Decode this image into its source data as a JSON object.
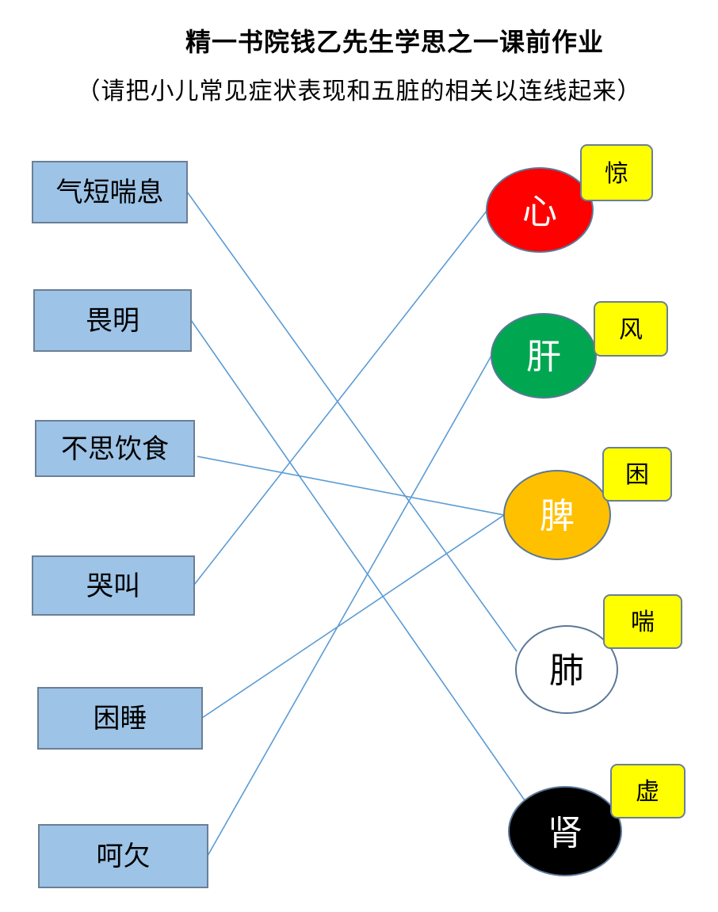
{
  "title": "精一书院钱乙先生学思之一课前作业",
  "subtitle": "（请把小儿常见症状表现和五脏的相关以连线起来）",
  "symptoms": [
    {
      "id": "qiduan",
      "label": "气短喘息"
    },
    {
      "id": "weiming",
      "label": "畏明"
    },
    {
      "id": "busi",
      "label": "不思饮食"
    },
    {
      "id": "kujiao",
      "label": "哭叫"
    },
    {
      "id": "kunshui",
      "label": "困睡"
    },
    {
      "id": "heqian",
      "label": "呵欠"
    }
  ],
  "organs": [
    {
      "id": "xin",
      "label": "心",
      "tag": "惊",
      "fill": "#ff0000",
      "text_color": "#ffffff"
    },
    {
      "id": "gan",
      "label": "肝",
      "tag": "风",
      "fill": "#00a650",
      "text_color": "#ffffff"
    },
    {
      "id": "pi",
      "label": "脾",
      "tag": "困",
      "fill": "#ffc000",
      "text_color": "#ffffff"
    },
    {
      "id": "fei",
      "label": "肺",
      "tag": "喘",
      "fill": "#ffffff",
      "text_color": "#000000"
    },
    {
      "id": "shen",
      "label": "肾",
      "tag": "虚",
      "fill": "#000000",
      "text_color": "#ffffff"
    }
  ],
  "links": [
    {
      "from": "qiduan",
      "to": "fei"
    },
    {
      "from": "weiming",
      "to": "shen"
    },
    {
      "from": "busi",
      "to": "pi"
    },
    {
      "from": "kujiao",
      "to": "xin"
    },
    {
      "from": "kunshui",
      "to": "pi"
    },
    {
      "from": "heqian",
      "to": "gan"
    }
  ],
  "colors": {
    "symptom_fill": "#9dc3e6",
    "line": "#5b9bd5",
    "tag_fill": "#ffff00"
  }
}
